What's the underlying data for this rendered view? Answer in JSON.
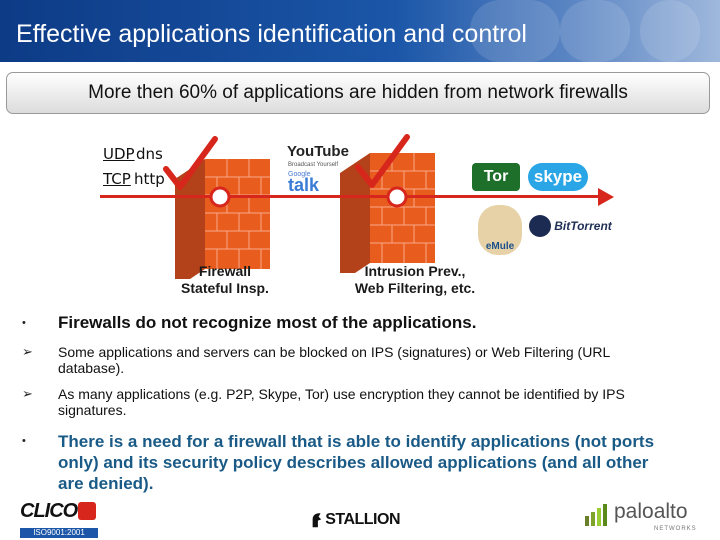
{
  "slide": {
    "title": "Effective applications identification and control",
    "subtitle": "More then 60% of applications are hidden from network firewalls"
  },
  "diagram": {
    "protocols": [
      {
        "proto": "UDP",
        "app": "dns"
      },
      {
        "proto": "TCP",
        "app": "http"
      }
    ],
    "firewall_label": [
      "Firewall",
      "Stateful Insp."
    ],
    "ips_label": [
      "Intrusion Prev.,",
      "Web Filtering, etc."
    ],
    "app_logos": {
      "youtube": "YouTube",
      "youtube_tagline": "Broadcast Yourself",
      "google_talk": "talk",
      "google_talk_prefix": "Google",
      "tor": "Tor",
      "skype": "skype",
      "bittorrent": "BitTorrent",
      "emule": "eMule"
    },
    "colors": {
      "line": "#d7261b",
      "check": "#d7261b",
      "wall": "#e85c1e"
    }
  },
  "bullets": [
    {
      "marker": "•",
      "text": "Firewalls do not recognize most of the applications."
    },
    {
      "marker": "➢",
      "text": "Some applications and servers can be blocked on IPS (signatures) or Web Filtering (URL database)."
    },
    {
      "marker": "➢",
      "text": "As many applications (e.g. P2P, Skype, Tor) use encryption they cannot be identified by IPS signatures."
    },
    {
      "marker": "•",
      "text": "There is a need for a firewall that is able to identify applications (not ports only)  and its security policy describes allowed applications (and all other are denied)."
    }
  ],
  "footer": {
    "clico": "CLICO",
    "clico_cert": "ISO9001:2001",
    "stallion": "STALLION",
    "paloalto": "paloalto",
    "paloalto_sub": "NETWORKS"
  }
}
